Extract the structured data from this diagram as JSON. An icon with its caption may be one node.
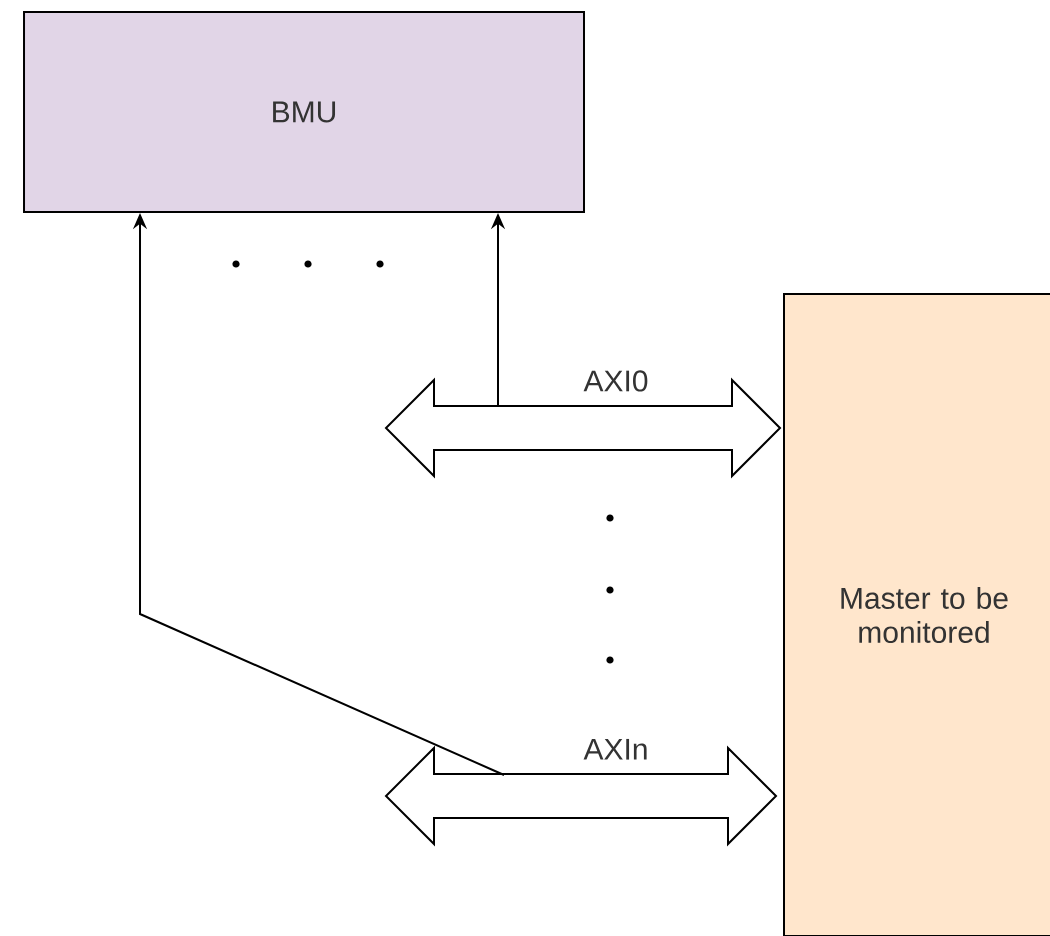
{
  "diagram": {
    "nodes": [
      {
        "text": [
          "BMU"
        ]
      },
      {
        "text": [
          "Master to be monitored"
        ]
      },
      {
        "text": [],
        "shape": "arrow",
        "beside": [
          "AXI0"
        ]
      },
      {
        "text": [],
        "shape": "arrow",
        "beside": [
          "AXIn"
        ]
      }
    ],
    "edges": [
      {
        "from": 2,
        "to": 0,
        "arrow": "to"
      },
      {
        "from": 3,
        "to": 0,
        "arrow": "to"
      }
    ]
  }
}
